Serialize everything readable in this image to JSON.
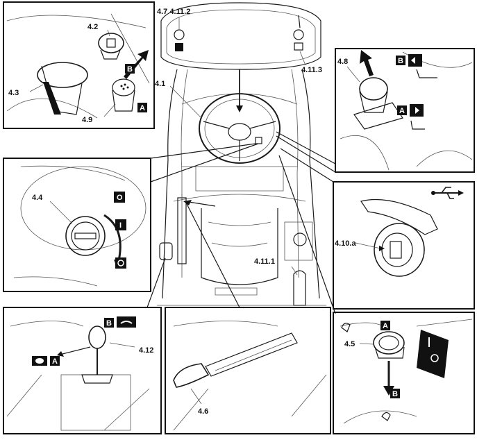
{
  "labels": {
    "ignition_light_warn": "4.7 4.11.2",
    "rear_light_switch": "4.11.3",
    "fuel_cap": "4.2",
    "seat_lever": "4.3",
    "button_49": "4.9",
    "steering_wheel": "4.1",
    "knob_48": "4.8",
    "ignition": "4.4",
    "usb": "4.10.a",
    "pto": "4.11.1",
    "gear_lever": "4.12",
    "handbrake": "4.6",
    "hand_throttle": "4.5"
  },
  "badges": {
    "a": "A",
    "b": "B",
    "off": "O",
    "on": "I"
  },
  "colors": {
    "line": "#1a1a1a",
    "badge": "#111111",
    "background": "#ffffff"
  },
  "icons": [
    "usb-icon",
    "key-icon",
    "turn-signal-icon",
    "rabbit-icon",
    "turtle-icon"
  ]
}
